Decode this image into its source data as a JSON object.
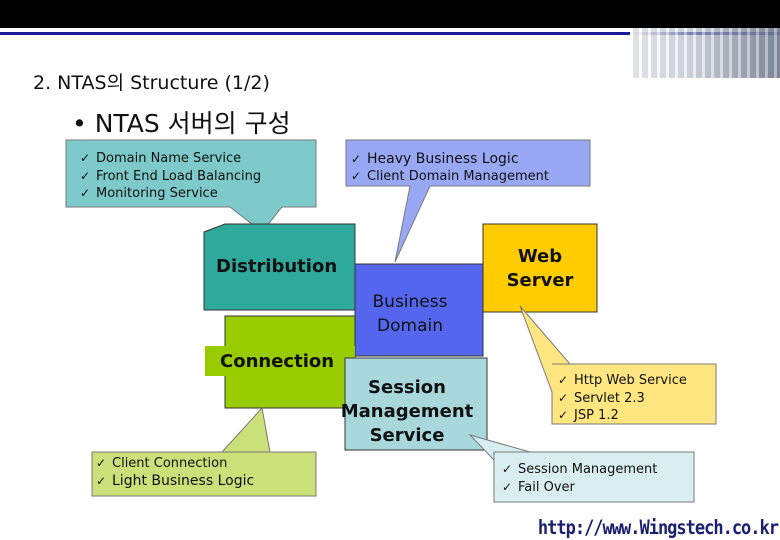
{
  "slide": {
    "title": "2. NTAS의 Structure (1/2)",
    "bullet": "• NTAS 서버의 구성",
    "url": "http://www.Wingstech.co.kr"
  },
  "boxes": {
    "distribution": "Distribution",
    "business_domain_1": "Business",
    "business_domain_2": "Domain",
    "web_server_1": "Web",
    "web_server_2": "Server",
    "connection": "Connection",
    "session_1": "Session",
    "session_2": "Management",
    "session_3": "Service"
  },
  "callouts": {
    "distribution_notes": [
      "Domain Name Service",
      "Front End Load Balancing",
      "Monitoring Service"
    ],
    "business_notes": [
      "Heavy Business Logic",
      "Client Domain Management"
    ],
    "connection_notes": [
      "Client Connection",
      "Light Business Logic"
    ],
    "web_notes": [
      "Http Web Service",
      "Servlet 2.3",
      "JSP 1.2"
    ],
    "session_notes": [
      "Session Management",
      "Fail Over"
    ]
  },
  "colors": {
    "distribution": "#2ea99b",
    "business": "#5566ee",
    "web": "#ffcc00",
    "connection": "#99cc00",
    "session": "#a8d8dc",
    "callout_teal": "#7ec9c9",
    "callout_blue": "#99a8f5",
    "callout_green": "#cce07a",
    "callout_yellow": "#ffe680",
    "callout_lightblue": "#d8eef0"
  }
}
